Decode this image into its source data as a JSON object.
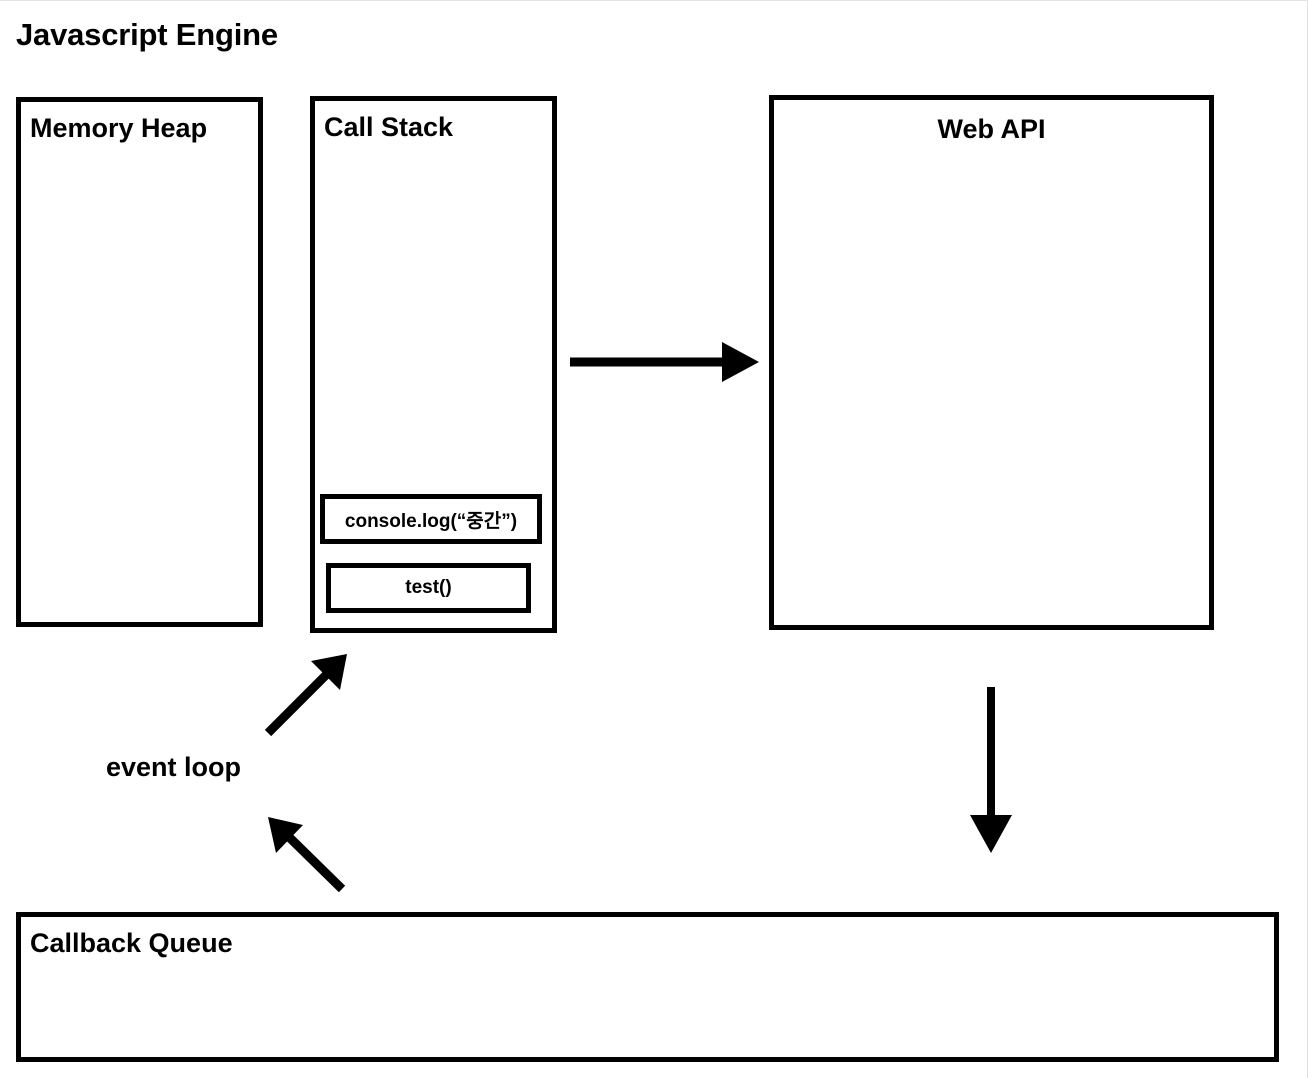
{
  "diagram": {
    "title": "Javascript Engine",
    "background_color": "#ffffff",
    "stroke_color": "#000000"
  },
  "boxes": {
    "memory_heap": {
      "label": "Memory Heap",
      "label_align": "left"
    },
    "call_stack": {
      "label": "Call Stack",
      "label_align": "left"
    },
    "web_api": {
      "label": "Web API",
      "label_align": "center"
    },
    "callback_queue": {
      "label": "Callback Queue",
      "label_align": "left"
    }
  },
  "call_stack_frames": [
    {
      "label": "console.log(“중간”)"
    },
    {
      "label": "test()"
    }
  ],
  "labels": {
    "event_loop": "event loop"
  },
  "arrows": [
    {
      "name": "call-stack-to-web-api",
      "direction": "right"
    },
    {
      "name": "web-api-to-callback-queue",
      "direction": "down"
    },
    {
      "name": "event-loop-upper",
      "direction": "up-right"
    },
    {
      "name": "event-loop-lower",
      "direction": "up-right"
    }
  ]
}
